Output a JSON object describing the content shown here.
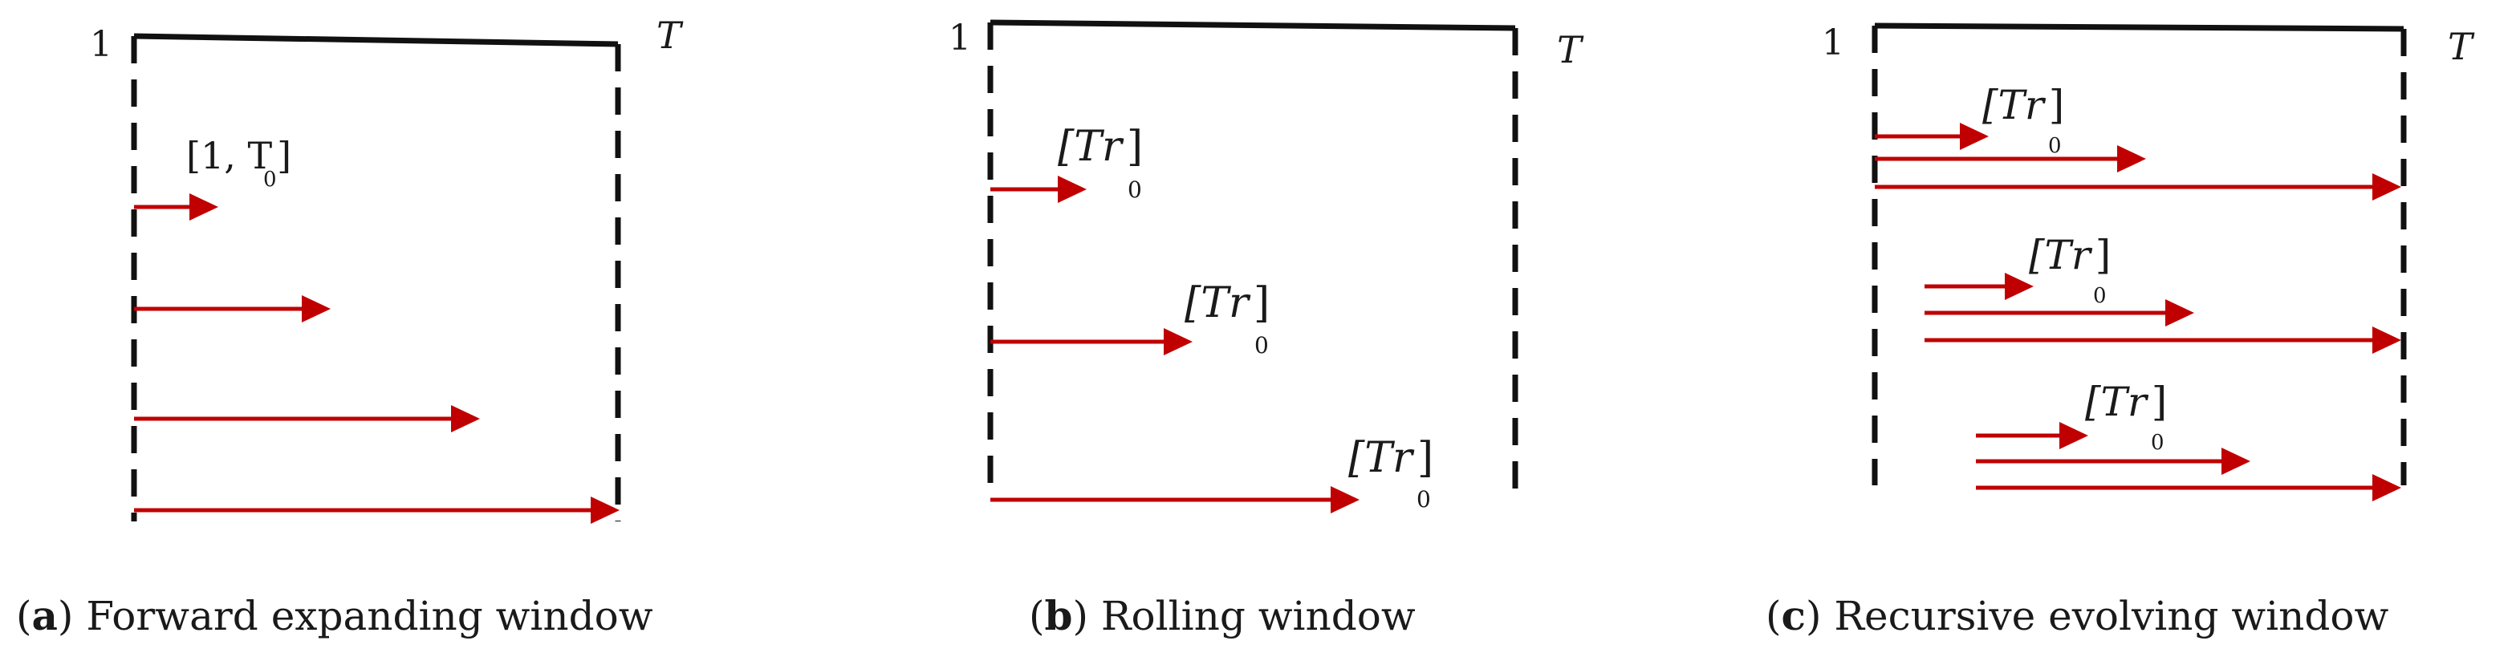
{
  "panels": [
    {
      "id": "a",
      "start_label": "1",
      "end_label": "T",
      "window_label": "[1, T",
      "window_subscript": "0",
      "window_close": "]",
      "caption_letter": "a",
      "caption_text": "Forward expanding window"
    },
    {
      "id": "b",
      "start_label": "1",
      "end_label": "T",
      "window_label": "[Tr",
      "window_close": "]",
      "window_subscript": "0",
      "caption_letter": "b",
      "caption_text": "Rolling window"
    },
    {
      "id": "c",
      "start_label": "1",
      "end_label": "T",
      "window_label": "[Tr",
      "window_close": "]",
      "window_subscript": "0",
      "caption_letter": "c",
      "caption_text": "Recursive evolving window"
    }
  ],
  "colors": {
    "arrow": "#c00000",
    "frame": "#111111"
  }
}
